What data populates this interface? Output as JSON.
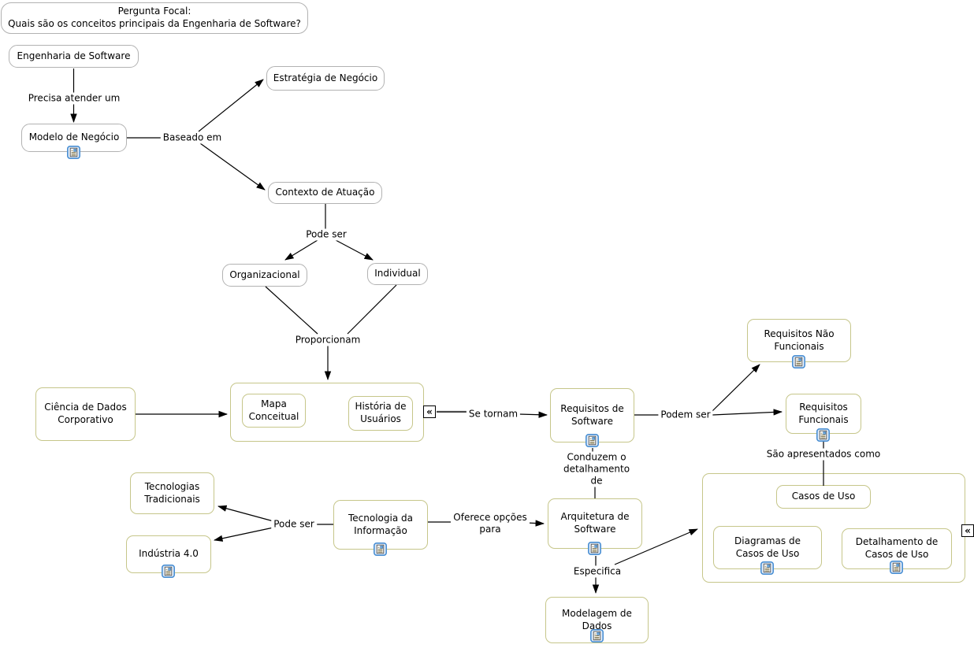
{
  "focal_question": {
    "title": "Pergunta Focal:",
    "question": "Quais são os conceitos principais da Engenharia de Software?"
  },
  "concepts": {
    "engenharia_de_software": "Engenharia de Software",
    "modelo_de_negocio": "Modelo de Negócio",
    "estrategia_de_negocio": "Estratégia de Negócio",
    "contexto_de_atuacao": "Contexto de Atuação",
    "organizacional": "Organizacional",
    "individual": "Individual",
    "ciencia_de_dados_corporativo": "Ciência de Dados Corporativo",
    "mapa_conceitual": "Mapa Conceitual",
    "historia_de_usuarios": "História de Usuários",
    "requisitos_de_software": "Requisitos de Software",
    "requisitos_nao_funcionais": "Requisitos Não Funcionais",
    "requisitos_funcionais": "Requisitos Funcionais",
    "casos_de_uso": "Casos de Uso",
    "diagramas_de_casos_de_uso": "Diagramas de Casos de Uso",
    "detalhamento_de_casos_de_uso": "Detalhamento de Casos de Uso",
    "arquitetura_de_software": "Arquitetura de Software",
    "modelagem_de_dados": "Modelagem de Dados",
    "tecnologia_da_informacao": "Tecnologia da Informação",
    "tecnologias_tradicionais": "Tecnologias Tradicionais",
    "industria_4_0": "Indústria 4.0"
  },
  "linking_phrases": {
    "precisa_atender_um": "Precisa atender um",
    "baseado_em": "Baseado em",
    "pode_ser_contexto": "Pode ser",
    "proporcionam": "Proporcionam",
    "se_tornam": "Se tornam",
    "podem_ser": "Podem ser",
    "sao_apresentados_como": "São apresentados como",
    "conduzem_o_detalhamento_de": "Conduzem o detalhamento de",
    "especifica": "Especifica",
    "oferece_opcoes_para": "Oferece opções para",
    "pode_ser_ti": "Pode ser"
  },
  "icons": {
    "resource_icon_meaning": "attached-resource-document",
    "collapse_glyph": "«"
  },
  "colors": {
    "concept_border_gray": "#b2b2b2",
    "concept_border_olive": "#c6c68a",
    "connector_line": "#000000",
    "collapsed_link_line": "#4a4a4a",
    "resource_icon_border": "#4a8fd3",
    "canvas_background": "#ffffff"
  }
}
